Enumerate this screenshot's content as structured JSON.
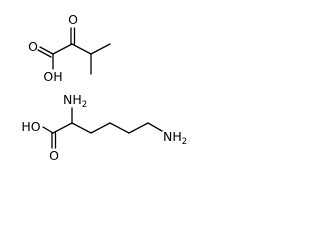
{
  "molecules": [
    {
      "name_hidden": "",
      "atom_labels": {
        "carbonyl_o": "O",
        "ketone_o": "O",
        "hydroxyl": "OH"
      }
    },
    {
      "atom_labels": {
        "alpha_amine_n": "NH",
        "alpha_amine_sub": "2",
        "terminal_amine_n": "NH",
        "terminal_amine_sub": "2",
        "carbonyl_o": "O",
        "hydroxyl": "HO"
      }
    }
  ]
}
